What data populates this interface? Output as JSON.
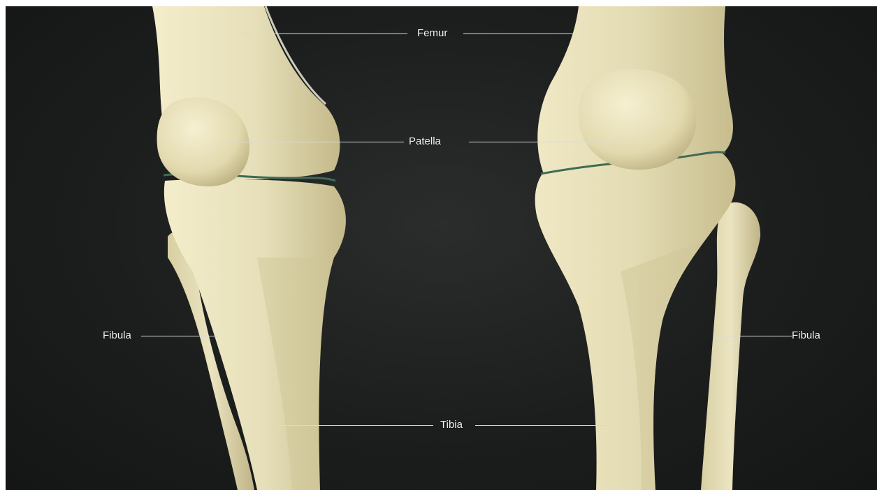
{
  "labels": {
    "femur": "Femur",
    "patella": "Patella",
    "fibula_left": "Fibula",
    "fibula_right": "Fibula",
    "tibia": "Tibia"
  },
  "colors": {
    "background": "#1c1e1e",
    "bone": "#ebe4bf",
    "bone_shadow": "#c9bf8f",
    "cartilage": "#3f6b55",
    "label_text": "#f2f2f2"
  }
}
